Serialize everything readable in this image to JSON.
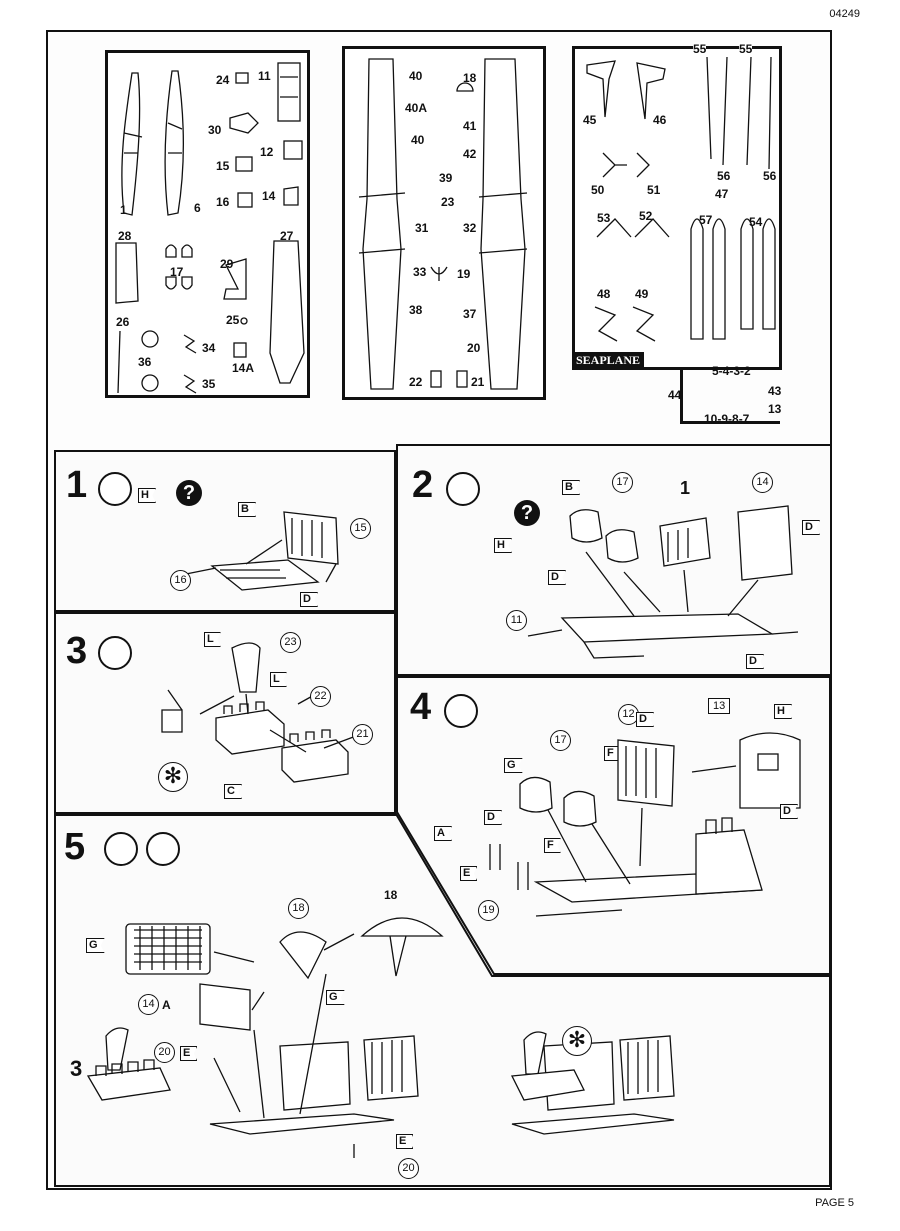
{
  "header": {
    "code": "04249"
  },
  "footer": {
    "page": "PAGE 5"
  },
  "sprues": {
    "left": {
      "labels": [
        "24",
        "11",
        "30",
        "12",
        "15",
        "16",
        "14",
        "1",
        "6",
        "28",
        "27",
        "17",
        "29",
        "25",
        "26",
        "36",
        "34",
        "35",
        "14A"
      ]
    },
    "middle": {
      "labels": [
        "40",
        "18",
        "40A",
        "41",
        "40",
        "42",
        "39",
        "23",
        "31",
        "32",
        "33",
        "19",
        "38",
        "37",
        "20",
        "22",
        "21"
      ]
    },
    "right": {
      "labels": [
        "55",
        "55",
        "45",
        "46",
        "56",
        "56",
        "50",
        "51",
        "47",
        "53",
        "52",
        "57",
        "54",
        "48",
        "49"
      ],
      "seaplane": "SEAPLANE"
    },
    "small": {
      "top": "5-4-3-2",
      "left": "44",
      "right_a": "43",
      "right_b": "13",
      "bottom": "10-9-8-7"
    }
  },
  "steps": [
    {
      "num": "1",
      "callouts": [
        "15",
        "16"
      ],
      "flags": [
        "H",
        "B",
        "D"
      ]
    },
    {
      "num": "2",
      "callouts": [
        "17",
        "14",
        "11"
      ],
      "flags": [
        "B",
        "H",
        "D",
        "D",
        "D"
      ],
      "plain": "1"
    },
    {
      "num": "3",
      "callouts": [
        "23",
        "22",
        "21"
      ],
      "flags": [
        "L",
        "L",
        "C"
      ]
    },
    {
      "num": "4",
      "callouts": [
        "12",
        "17",
        "19"
      ],
      "flags": [
        "D",
        "F",
        "G",
        "D",
        "A",
        "F",
        "E",
        "D",
        "H"
      ],
      "square": "13"
    },
    {
      "num": "5",
      "callouts": [
        "18",
        "14",
        "20",
        "20"
      ],
      "flags": [
        "G",
        "G",
        "E",
        "E"
      ],
      "plain_a": "18",
      "plain_b": "3",
      "plain_c": "A"
    }
  ],
  "symbols": {
    "question": "?",
    "asterisk": "✻"
  }
}
